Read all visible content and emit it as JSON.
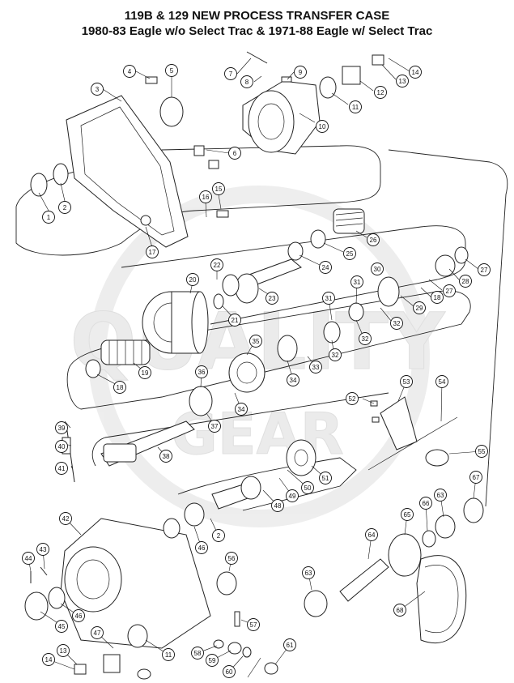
{
  "title": {
    "line1": "119B & 129 NEW PROCESS TRANSFER CASE",
    "line2": "1980-83 Eagle w/o Select Trac & 1971-88 Eagle w/ Select Trac"
  },
  "watermark": {
    "line1": "QUALITY",
    "line2": "GEAR"
  },
  "callouts": [
    "1",
    "2",
    "3",
    "4",
    "5",
    "6",
    "7",
    "8",
    "9",
    "10",
    "11",
    "12",
    "13",
    "14",
    "15",
    "16",
    "17",
    "18",
    "19",
    "20",
    "21",
    "22",
    "23",
    "24",
    "25",
    "26",
    "27",
    "28",
    "29",
    "30",
    "31",
    "32",
    "33",
    "34",
    "35",
    "36",
    "37",
    "38",
    "39",
    "40",
    "41",
    "42",
    "43",
    "44",
    "45",
    "46",
    "47",
    "48",
    "49",
    "50",
    "51",
    "52",
    "53",
    "54",
    "55",
    "56",
    "57",
    "58",
    "59",
    "60",
    "61",
    "63",
    "64",
    "65",
    "66",
    "67",
    "68"
  ],
  "colors": {
    "ink": "#111111",
    "watermark": "#e9e9e9",
    "background": "#ffffff"
  }
}
